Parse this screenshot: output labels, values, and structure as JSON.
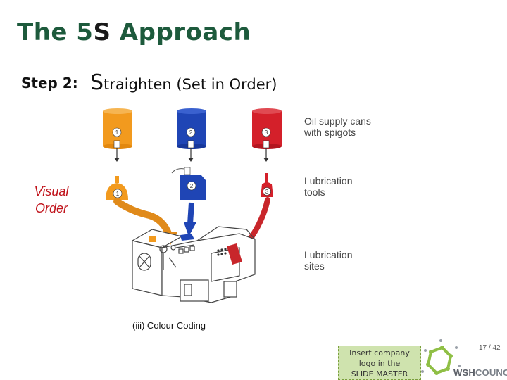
{
  "slide": {
    "title_part1": "The 5",
    "title_s": "S",
    "title_part2": " Approach",
    "step_label": "Step 2:",
    "step_title_initial": "S",
    "step_title_rest": "traighten (Set in Order)",
    "visual_order_line1": "Visual",
    "visual_order_line2": "Order",
    "caption": "(iii) Colour Coding",
    "page_number": "17 / 42"
  },
  "illustration": {
    "labels": {
      "oil_cans_line1": "Oil supply cans",
      "oil_cans_line2": "with spigots",
      "lube_tools_line1": "Lubrication",
      "lube_tools_line2": "tools",
      "lube_sites_line1": "Lubrication",
      "lube_sites_line2": "sites"
    },
    "numbers": {
      "one": "1",
      "two": "2",
      "three": "3"
    },
    "colors": {
      "orange": "#f29a1e",
      "blue": "#1f45b5",
      "red": "#d4202a"
    }
  },
  "footer": {
    "logo_line1": "Insert company",
    "logo_line2": "logo in the",
    "logo_line3": "SLIDE MASTER",
    "brand_bold": "WSH",
    "brand_rest": "COUNCIL"
  }
}
